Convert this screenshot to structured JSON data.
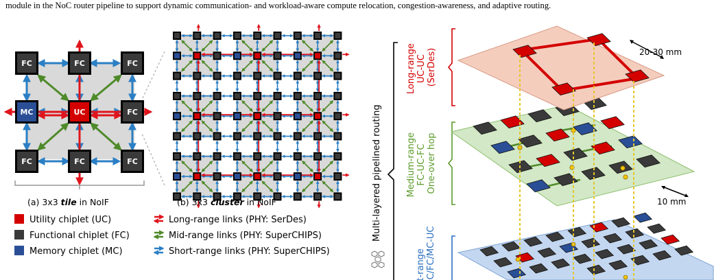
{
  "intro_text": "module in the NoC router pipeline to support dynamic communication- and workload-aware compute relocation, congestion-awareness, and adaptive routing.",
  "tile": {
    "caption_prefix": "(a) 3x3 ",
    "caption_emph": "tile",
    "caption_suffix": " in NoIF",
    "fc_label": "FC",
    "mc_label": "MC",
    "uc_label": "UC"
  },
  "cluster": {
    "caption_prefix": "(b) 3x3 ",
    "caption_emph": "cluster",
    "caption_suffix": " in NoIF"
  },
  "legend": {
    "uc": "Utility chiplet (UC)",
    "fc": "Functional chiplet (FC)",
    "mc": "Memory chiplet (MC)",
    "long": "Long-range links (PHY: SerDes)",
    "mid": "Mid-range links (PHY: SuperCHIPS)",
    "short": "Short-range links (PHY: SuperCHIPS)"
  },
  "right": {
    "vertical_title": "Multi-layered pipelined routing",
    "long_label": [
      "Long-range",
      "UC-UC",
      "(SerDes)"
    ],
    "mid_label": [
      "Medium-range",
      "FC-UC-FC",
      "One-over hop"
    ],
    "short_label": [
      "rt-range",
      "FC/FC/MC-UC"
    ],
    "dim_top": "20-30 mm",
    "dim_mid": "10 mm"
  },
  "colors": {
    "uc": "#d40000",
    "fc": "#3a3a3a",
    "mc": "#2a4f96",
    "long": "#e0141c",
    "mid": "#4f8a2a",
    "short": "#2b7fc4",
    "long_text": "#d40000",
    "mid_text": "#5a9a2a",
    "short_text": "#2b6fc0"
  }
}
